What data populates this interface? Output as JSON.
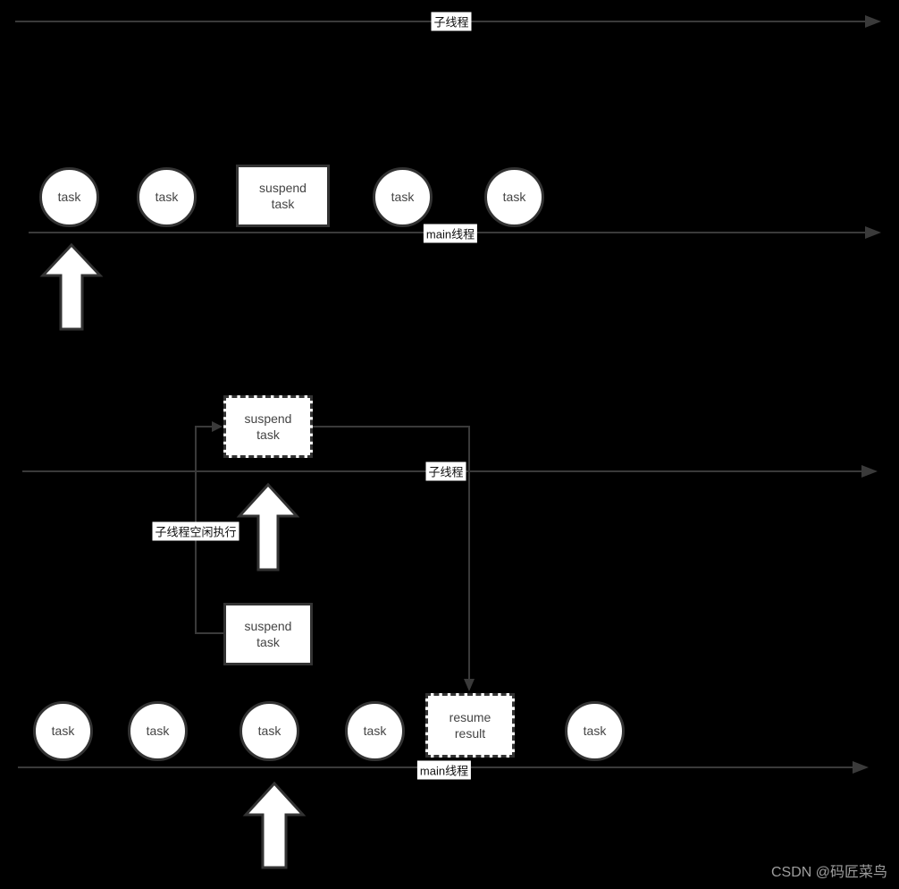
{
  "colors": {
    "background": "#000000",
    "line": "#3a3a3a",
    "shape_border": "#333333",
    "shape_fill": "#ffffff",
    "shape_text": "#444444",
    "label_text": "#111111",
    "label_background": "#ffffff",
    "watermark_text": "#9e9e9e"
  },
  "lanes": {
    "child_top": "子线程",
    "main_top": "main线程",
    "child_middle": "子线程",
    "main_bottom": "main线程"
  },
  "top_row": {
    "tasks": [
      "task",
      "task",
      "task",
      "task"
    ],
    "suspend_box": "suspend task"
  },
  "middle": {
    "dashed_suspend_box": "suspend task",
    "solid_suspend_box": "suspend task",
    "idle_note": "子线程空闲执行"
  },
  "bottom_row": {
    "tasks": [
      "task",
      "task",
      "task",
      "task",
      "task"
    ],
    "resume_box": "resume result"
  },
  "icons": {
    "up_arrow": "big-up-arrow",
    "right_arrowhead": "right-arrowhead",
    "down_arrowhead": "down-arrowhead"
  },
  "watermark": "CSDN @码匠菜鸟"
}
